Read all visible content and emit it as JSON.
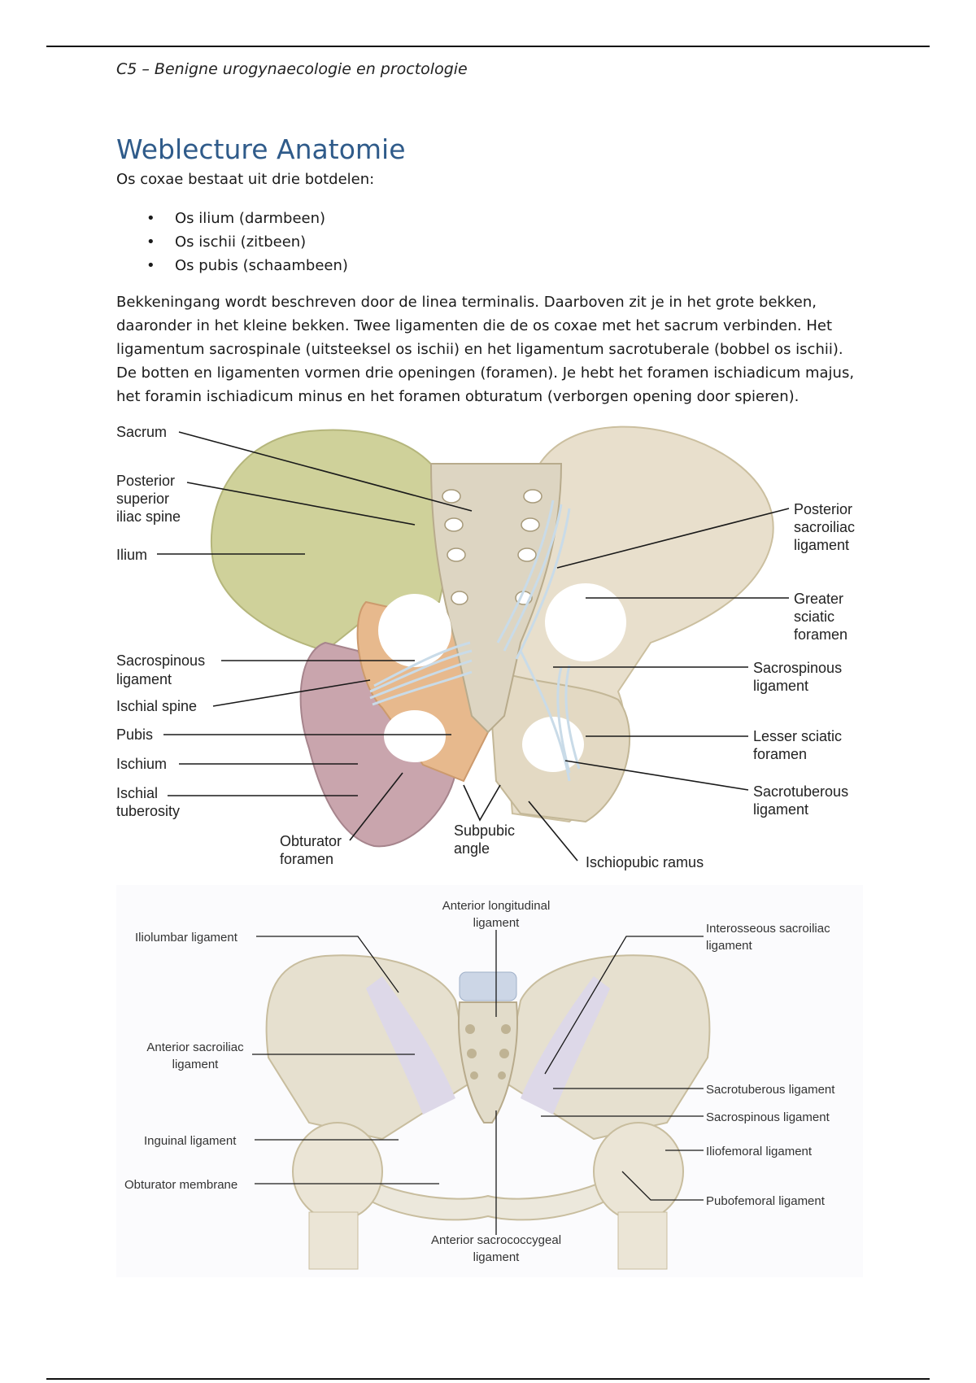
{
  "header": {
    "running_title": "C5 – Benigne urogynaecologie en proctologie"
  },
  "section": {
    "title": "Weblecture Anatomie",
    "intro": "Os coxae bestaat uit drie botdelen:",
    "bullets": [
      "Os ilium (darmbeen)",
      "Os ischii (zitbeen)",
      "Os pubis (schaambeen)"
    ],
    "paragraph": "Bekkeningang wordt beschreven door de linea terminalis. Daarboven zit je in het grote bekken, daaronder in het kleine bekken. Twee ligamenten die de os coxae met het sacrum verbinden. Het ligamentum sacrospinale (uitsteeksel os ischii) en het ligamentum sacrotuberale (bobbel os ischii). De botten en ligamenten vormen drie openingen (foramen). Je hebt het foramen ischiadicum majus, het foramin ischiadicum minus en het foramen obturatum (verborgen opening door spieren)."
  },
  "figure1": {
    "labels": {
      "sacrum": "Sacrum",
      "psis": [
        "Posterior",
        "superior",
        "iliac spine"
      ],
      "ilium": "Ilium",
      "sacrospinous_left": [
        "Sacrospinous",
        "ligament"
      ],
      "ischial_spine": "Ischial spine",
      "pubis": "Pubis",
      "ischium": "Ischium",
      "ischial_tuberosity": [
        "Ischial",
        "tuberosity"
      ],
      "obturator_foramen": [
        "Obturator",
        "foramen"
      ],
      "subpubic_angle": [
        "Subpubic",
        "angle"
      ],
      "ischiopubic_ramus": "Ischiopubic ramus",
      "posterior_sacroiliac": [
        "Posterior",
        "sacroiliac",
        "ligament"
      ],
      "greater_sciatic": [
        "Greater",
        "sciatic",
        "foramen"
      ],
      "sacrospinous_right": [
        "Sacrospinous",
        "ligament"
      ],
      "lesser_sciatic": [
        "Lesser sciatic",
        "foramen"
      ],
      "sacrotuberous": [
        "Sacrotuberous",
        "ligament"
      ]
    }
  },
  "figure2": {
    "labels": {
      "anterior_longitudinal": [
        "Anterior longitudinal",
        "ligament"
      ],
      "iliolumbar": "Iliolumbar ligament",
      "interosseous_sacroiliac": [
        "Interosseous sacroiliac",
        "ligament"
      ],
      "anterior_sacroiliac": [
        "Anterior sacroiliac",
        "ligament"
      ],
      "sacrotuberous": "Sacrotuberous ligament",
      "sacrospinous": "Sacrospinous ligament",
      "inguinal": "Inguinal ligament",
      "iliofemoral": "Iliofemoral ligament",
      "obturator_membrane": "Obturator membrane",
      "pubofemoral": "Pubofemoral ligament",
      "anterior_sacrococcygeal": [
        "Anterior sacrococcygeal",
        "ligament"
      ]
    }
  }
}
